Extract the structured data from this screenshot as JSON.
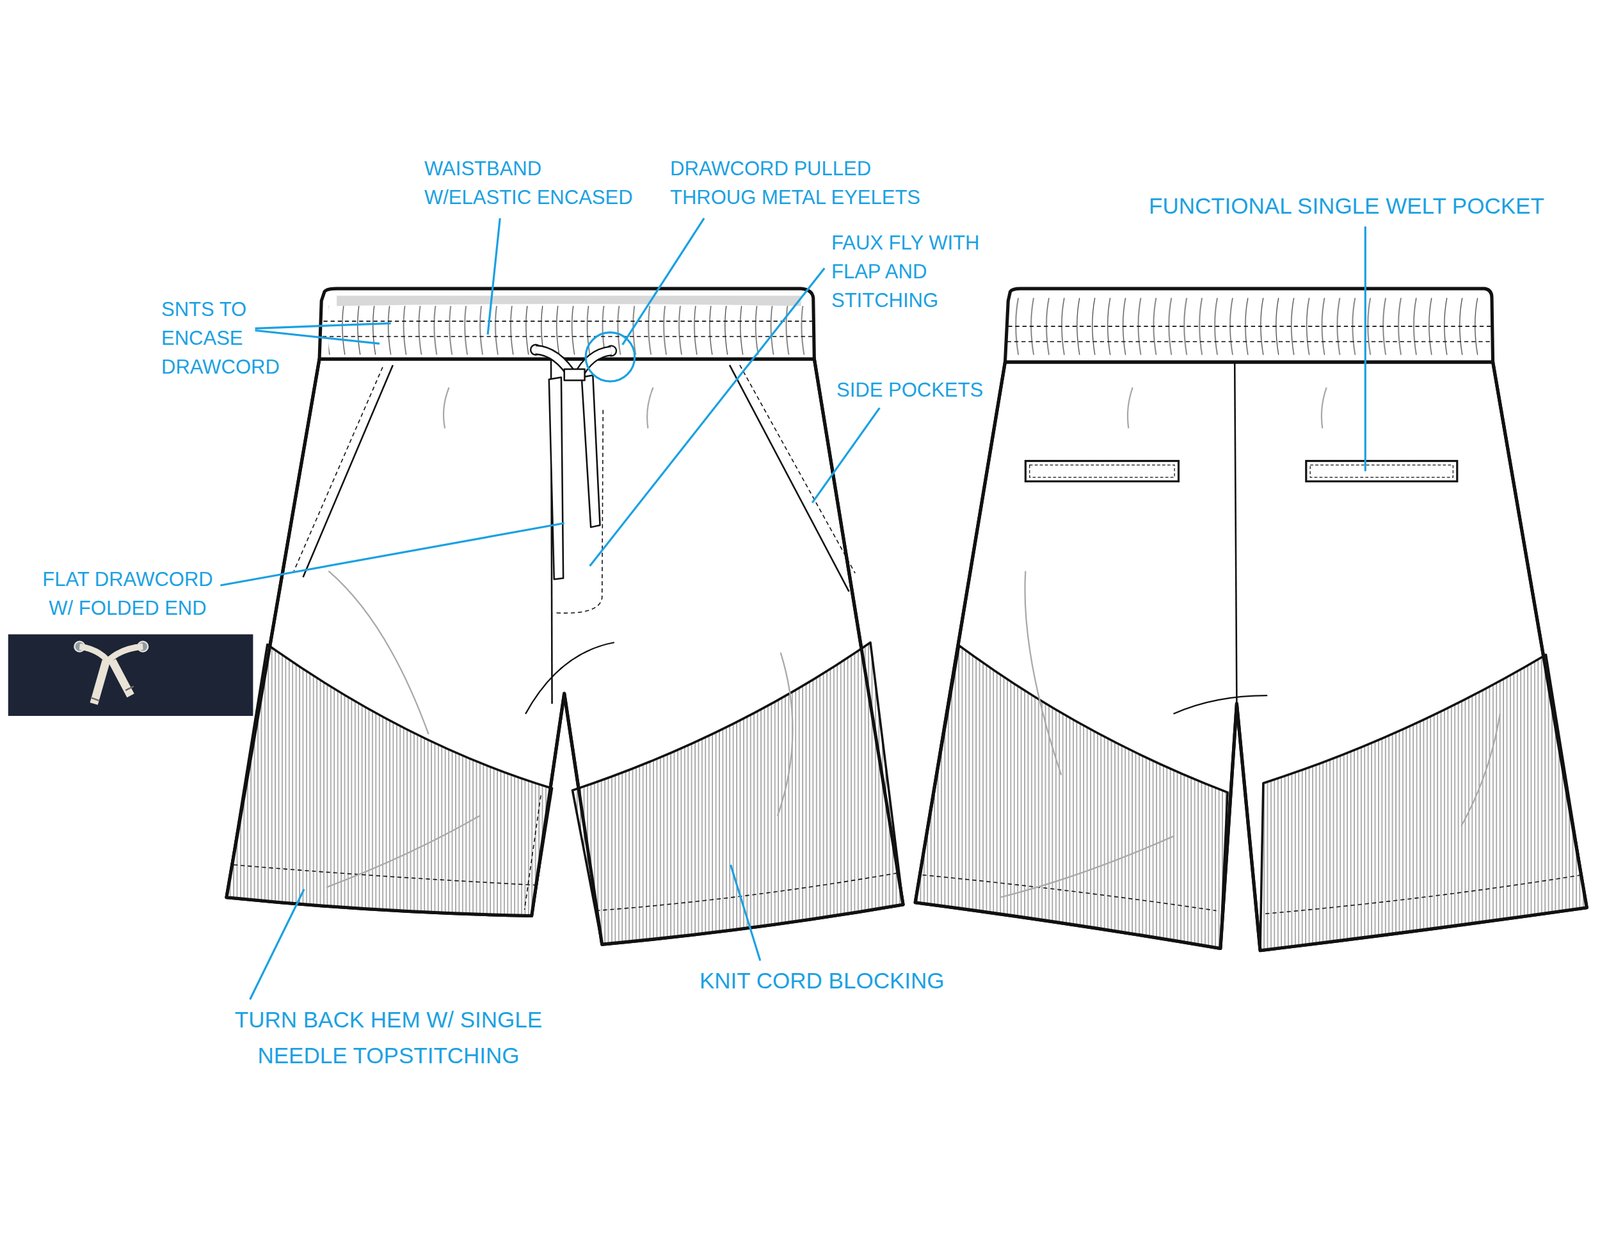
{
  "diagram": {
    "labels": [
      "WAISTBAND W/ELASTIC ENCASED",
      "DRAWCORD PULLED THROUG METAL EYELETS",
      "FUNCTIONAL SINGLE WELT POCKET",
      "FAUX FLY WITH FLAP AND STITCHING",
      "SNTS TO ENCASE DRAWCORD",
      "SIDE POCKETS",
      "FLAT DRAWCORD W/ FOLDED END",
      "TURN BACK HEM W/ SINGLE NEEDLE TOPSTITCHING",
      "KNIT CORD BLOCKING"
    ]
  }
}
